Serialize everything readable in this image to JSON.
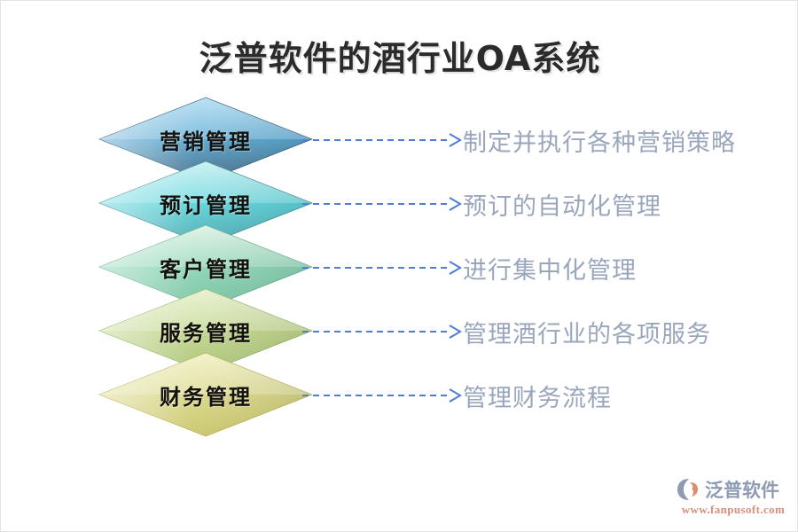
{
  "page": {
    "title": "泛普软件的酒行业OA系统",
    "background_color": "#ffffff",
    "border_color": "#e3e3e3"
  },
  "diagram": {
    "type": "stacked-diamond-list",
    "arrow_color": "#4f7fd4",
    "description_color": "#9aa6bb",
    "label_color": "#14110e",
    "items": [
      {
        "label": "营销管理",
        "description": "制定并执行各种营销策略",
        "arrow_icon": "dashed-arrow-right-icon",
        "top_color": "#a7d9f2",
        "mid_color": "#59a9d4",
        "bottom_color": "#4a6b82",
        "edge_color": "#2f5f7d"
      },
      {
        "label": "预订管理",
        "description": "预订的自动化管理",
        "arrow_icon": "dashed-arrow-right-icon",
        "top_color": "#bfeef0",
        "mid_color": "#5fd6dd",
        "bottom_color": "#4fa8ae",
        "edge_color": "#3c8e96"
      },
      {
        "label": "客户管理",
        "description": "进行集中化管理",
        "arrow_icon": "dashed-arrow-right-icon",
        "top_color": "#d8f0e0",
        "mid_color": "#8ed6b6",
        "bottom_color": "#79c2a4",
        "edge_color": "#63b08f"
      },
      {
        "label": "服务管理",
        "description": "管理酒行业的各项服务",
        "arrow_icon": "dashed-arrow-right-icon",
        "top_color": "#e3eec4",
        "mid_color": "#c3d78e",
        "bottom_color": "#a9c477",
        "edge_color": "#93b465"
      },
      {
        "label": "财务管理",
        "description": "管理财务流程",
        "arrow_icon": "dashed-arrow-right-icon",
        "top_color": "#f0eeba",
        "mid_color": "#dad98a",
        "bottom_color": "#c9c46a",
        "edge_color": "#b8b256"
      }
    ]
  },
  "logo": {
    "mark_icon": "fanpu-swoosh-logo-icon",
    "name": "泛普软件",
    "url": "www.fanpusoft.com",
    "name_color": "#8f9bb3",
    "url_color": "#d98f7a"
  }
}
